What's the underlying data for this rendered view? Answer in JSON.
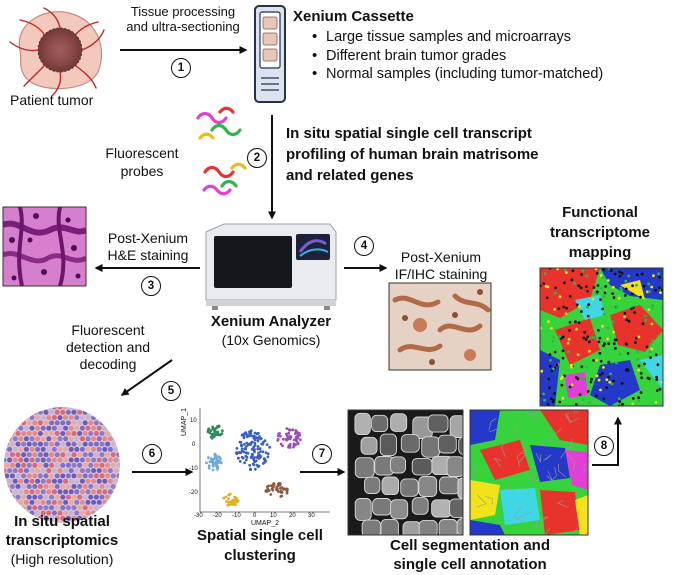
{
  "patient": {
    "label": "Patient tumor"
  },
  "step1": {
    "number": "1",
    "text_line1": "Tissue processing",
    "text_line2": "and ultra-sectioning"
  },
  "cassette": {
    "title": "Xenium Cassette",
    "bullets": [
      "Large tissue samples and microarrays",
      "Different brain tumor grades",
      "Normal samples (including tumor-matched)"
    ]
  },
  "step2": {
    "number": "2",
    "heading_line1": "In situ spatial single cell transcript",
    "heading_line2": "profiling of human brain matrisome",
    "heading_line3": "and related genes"
  },
  "probes": {
    "label_line1": "Fluorescent",
    "label_line2": "probes"
  },
  "step3": {
    "number": "3",
    "text_line1": "Post-Xenium",
    "text_line2": "H&E staining"
  },
  "step4": {
    "number": "4",
    "text_line1": "Post-Xenium",
    "text_line2": "IF/IHC staining"
  },
  "analyzer": {
    "title": "Xenium Analyzer",
    "subtitle": "(10x Genomics)"
  },
  "functional": {
    "title_line1": "Functional",
    "title_line2": "transcriptome",
    "title_line3": "mapping"
  },
  "step5": {
    "number": "5",
    "text_line1": "Fluorescent",
    "text_line2": "detection and",
    "text_line3": "decoding"
  },
  "step6": {
    "number": "6"
  },
  "step7": {
    "number": "7"
  },
  "step8": {
    "number": "8"
  },
  "spatial": {
    "line1": "In situ spatial",
    "line2": "transcriptomics",
    "line3": "(High resolution)"
  },
  "clustering": {
    "title_line1": "Spatial single cell",
    "title_line2": "clustering",
    "ylabel": "UMAP_1",
    "xlabel": "UMAP_2",
    "xticks": [
      "-30",
      "-20",
      "-10",
      "0",
      "10",
      "20",
      "30"
    ],
    "yticks": [
      "10",
      "0",
      "-10",
      "-20"
    ]
  },
  "segmentation": {
    "line1": "Cell segmentation and",
    "line2": "single cell annotation"
  },
  "colors": {
    "arrow": "#111111",
    "he_stain": "#b04aa8",
    "ihc": "#c98a6a",
    "cluster_green": "#2e8b57",
    "cluster_blue": "#3a5fc0",
    "cluster_purple": "#9a4fb7",
    "cluster_light_blue": "#6fa8dc",
    "cluster_brown": "#8b5a3c",
    "cluster_yellow": "#e0b020",
    "map_red": "#e8332c",
    "map_green": "#37d33c",
    "map_blue": "#2438c9",
    "map_cyan": "#3fd6e6",
    "map_yellow": "#f2e21a",
    "map_magenta": "#e23fd4"
  }
}
